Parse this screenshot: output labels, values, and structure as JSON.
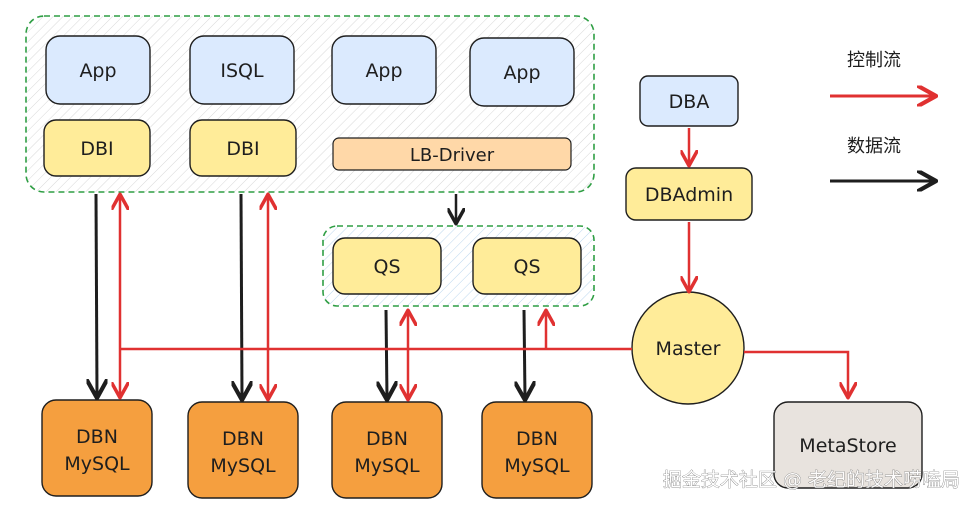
{
  "nodes": {
    "app1": "App",
    "isql": "ISQL",
    "app2": "App",
    "app3": "App",
    "dbi1": "DBI",
    "dbi2": "DBI",
    "lb_driver": "LB-Driver",
    "dba": "DBA",
    "dbadmin": "DBAdmin",
    "qs1": "QS",
    "qs2": "QS",
    "master": "Master",
    "metastore": "MetaStore",
    "dbn": [
      {
        "line1": "DBN",
        "line2": "MySQL"
      },
      {
        "line1": "DBN",
        "line2": "MySQL"
      },
      {
        "line1": "DBN",
        "line2": "MySQL"
      },
      {
        "line1": "DBN",
        "line2": "MySQL"
      }
    ]
  },
  "legend": {
    "control_flow": {
      "label": "控制流",
      "color": "#e03131"
    },
    "data_flow": {
      "label": "数据流",
      "color": "#1e1e1e"
    }
  },
  "watermark": "掘金技术社区 @ 老纪的技术唠嗑局",
  "colors": {
    "client_fill": "#dbeafe",
    "dbi_fill": "#ffec99",
    "lb_fill": "#ffd8a8",
    "dbn_fill": "#f59f3f",
    "metastore_fill": "#e8e3de",
    "group_border": "#2f9e44"
  }
}
